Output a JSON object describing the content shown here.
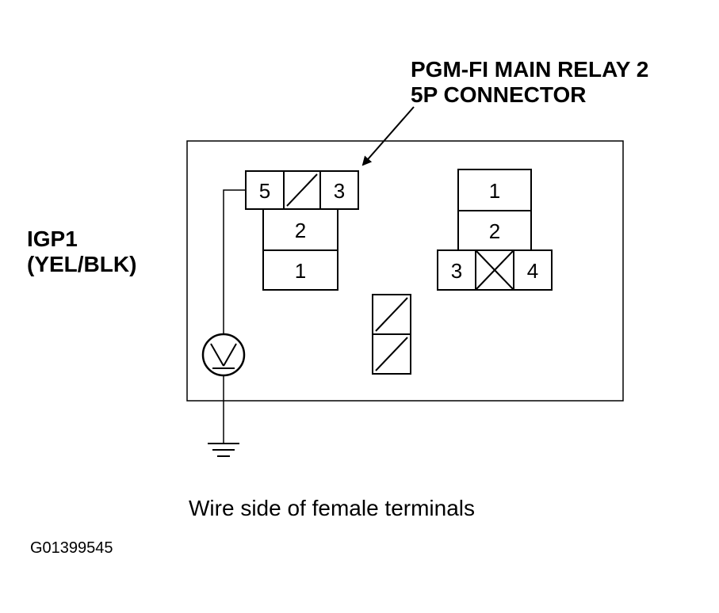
{
  "title": {
    "line1": "PGM-FI MAIN RELAY 2",
    "line2": "5P CONNECTOR"
  },
  "wire_label": {
    "line1": "IGP1",
    "line2": "(YEL/BLK)"
  },
  "left_connector": {
    "top_row": [
      "5",
      "3"
    ],
    "middle": "2",
    "bottom": "1"
  },
  "right_connector": {
    "top": "1",
    "middle": "2",
    "bottom_left": "3",
    "bottom_right": "4"
  },
  "meter": {
    "symbol": "V"
  },
  "caption": "Wire side of female terminals",
  "figure_id": "G01399545"
}
